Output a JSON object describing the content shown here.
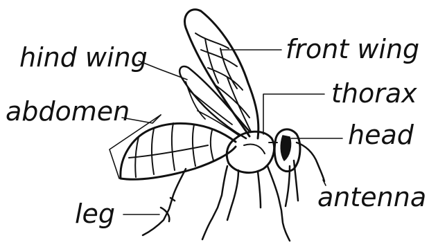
{
  "diagram": {
    "labels": {
      "hind_wing": "hind wing",
      "front_wing": "front wing",
      "thorax": "thorax",
      "abdomen": "abdomen",
      "head": "head",
      "antenna": "antenna",
      "leg": "leg"
    },
    "colors": {
      "ink": "#111111",
      "background": "#ffffff"
    }
  }
}
